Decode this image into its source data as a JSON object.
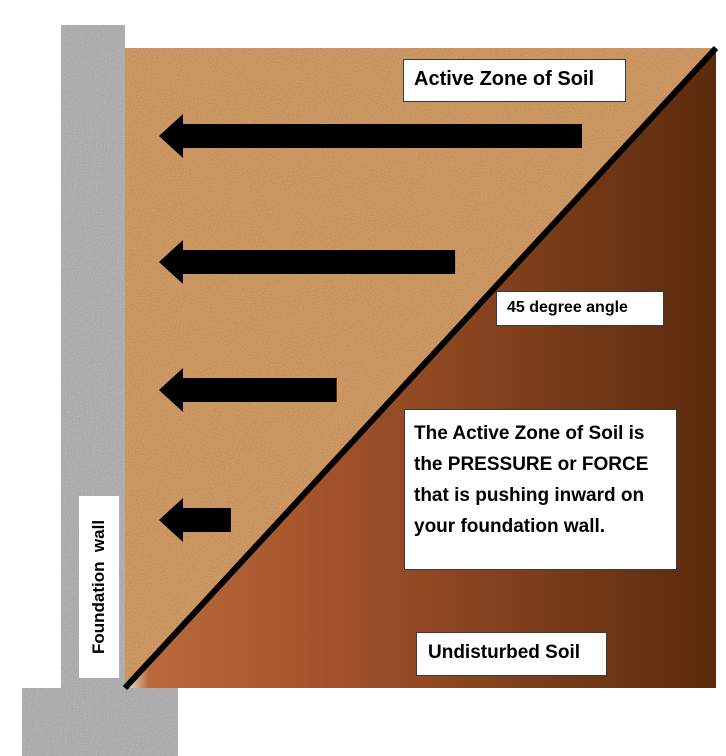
{
  "labels": {
    "active_zone": "Active Zone of Soil",
    "angle": "45 degree angle",
    "explanation": "The Active Zone of Soil is the PRESSURE or FORCE that is pushing inward on your foundation wall.",
    "undisturbed": "Undisturbed Soil",
    "wall": "Foundation  wall"
  },
  "colors": {
    "active_soil": "#c7925a",
    "undisturbed_soil_dark": "#5e2f0f",
    "undisturbed_soil_light": "#a8582a",
    "concrete": "#a9a9a9",
    "arrow": "#000000",
    "slope_line": "#000000"
  },
  "arrows": {
    "count": 4,
    "direction": "left",
    "relative_force": [
      1.0,
      0.7,
      0.42,
      0.17
    ]
  }
}
